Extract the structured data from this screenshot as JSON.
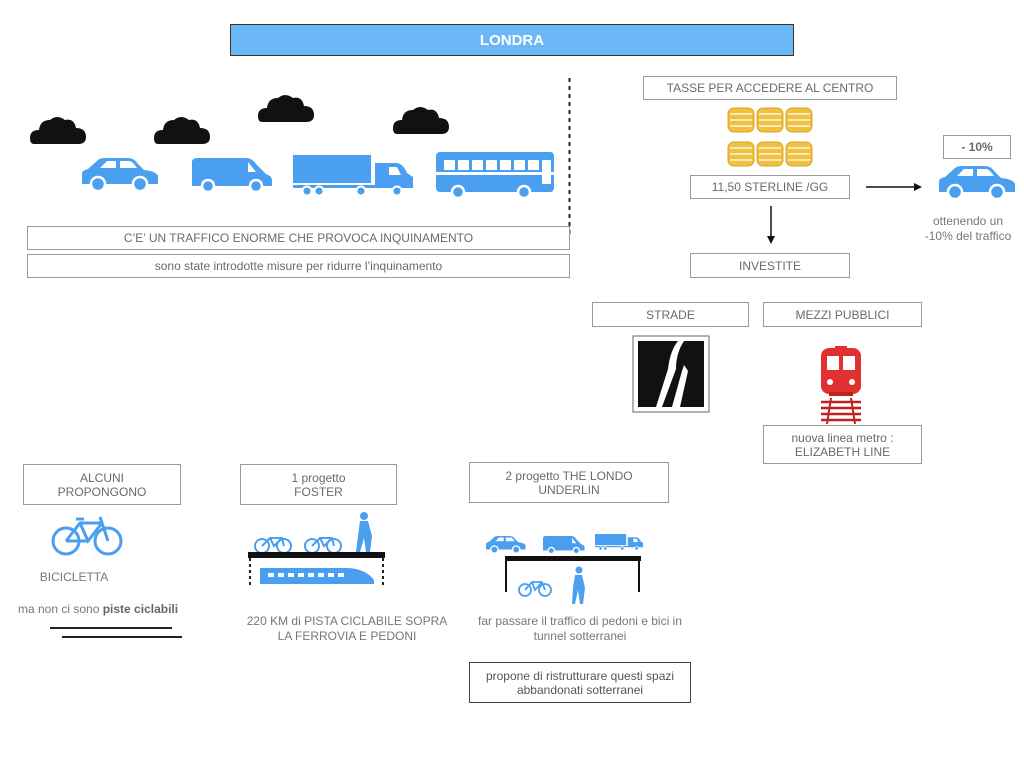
{
  "title": "LONDRA",
  "top_left": {
    "traffic_text": "C’E’ UN TRAFFICO ENORME CHE PROVOCA INQUINAMENTO",
    "measures_text": "sono state introdotte misure per ridurre l’inquinamento"
  },
  "tax": {
    "header": "TASSE PER ACCEDERE AL CENTRO",
    "amount": "11,50 STERLINE /GG",
    "reduction": "- 10%",
    "result": "ottenendo un -10% del traffico",
    "invested": "INVESTITE",
    "roads": "STRADE",
    "public_transport": "MEZZI PUBBLICI",
    "metro": "nuova linea metro : ELIZABETH LINE"
  },
  "bicycle": {
    "header": "ALCUNI PROPONGONO",
    "label": "BICICLETTA",
    "note_prefix": "ma non ci sono ",
    "note_bold": "piste ciclabili"
  },
  "foster": {
    "header": "1 progetto FOSTER",
    "description": "220 KM di PISTA CICLABILE SOPRA LA FERROVIA E PEDONI"
  },
  "underline": {
    "header": "2 progetto THE LONDO UNDERLIN",
    "description": "far passare il traffico di pedoni e bici in tunnel sotterranei",
    "proposal": "propone di ristrutturare questi spazi abbandonati sotterranei"
  },
  "colors": {
    "accent": "#4a9ff0",
    "title_bg": "#6bb6f5",
    "coin": "#f0c040",
    "train_red": "#e03030"
  }
}
